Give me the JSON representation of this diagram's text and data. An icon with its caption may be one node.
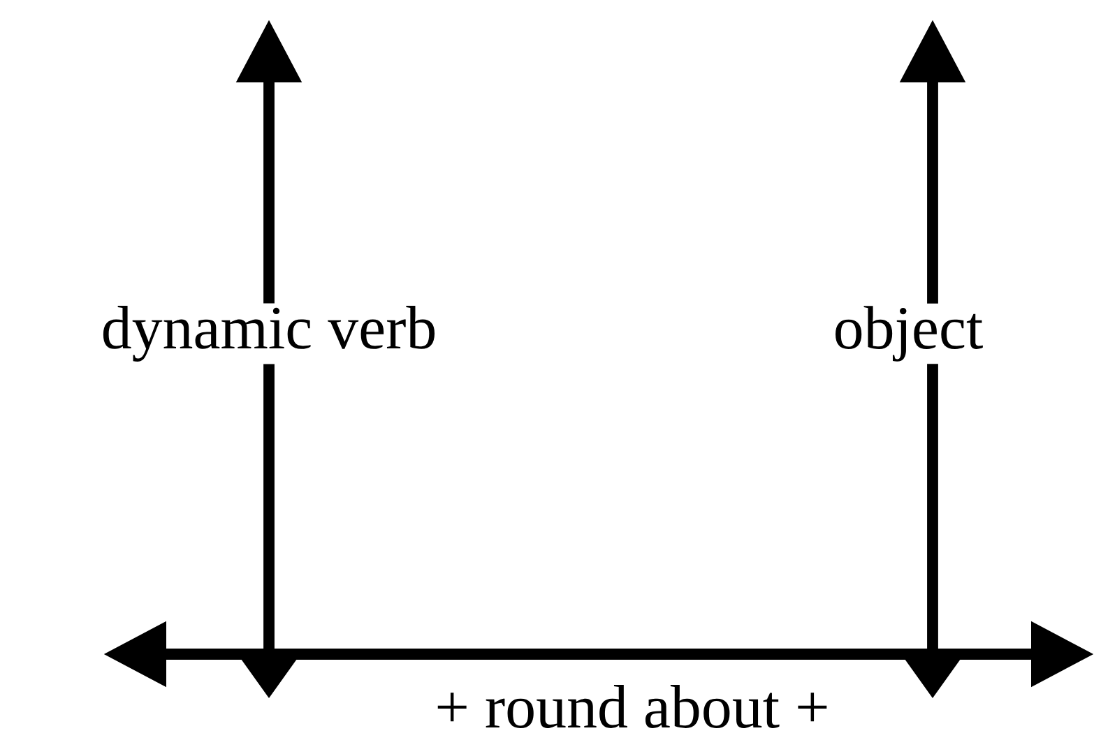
{
  "diagram": {
    "labels": [
      "dynamic verb",
      "object",
      "+ round about +"
    ]
  }
}
